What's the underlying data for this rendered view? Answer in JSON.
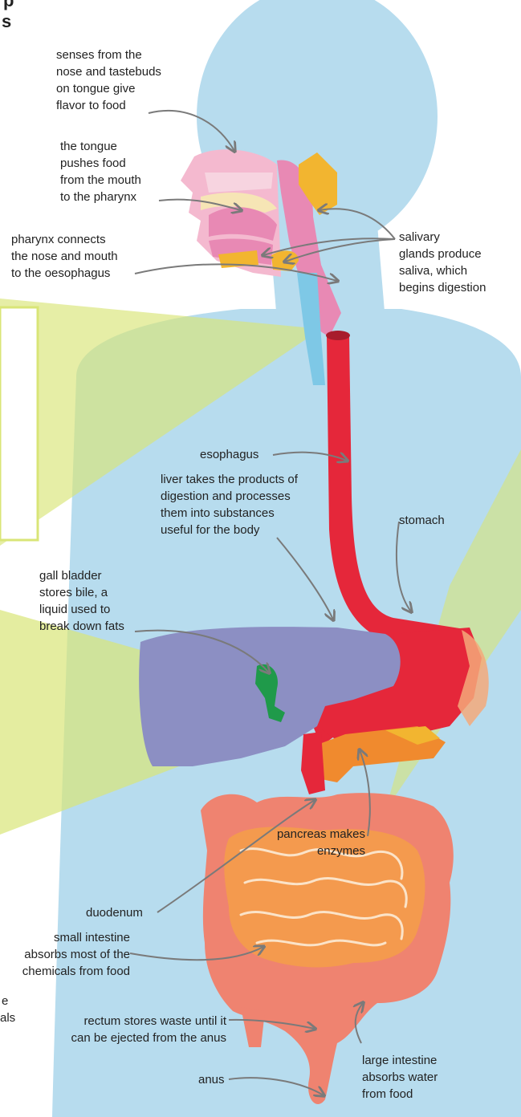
{
  "fragments": {
    "top_p": "p",
    "top_s": "s",
    "left_e": "e",
    "left_als": "als"
  },
  "labels": {
    "senses": "senses from the\nnose and tastebuds\non tongue give\nflavor to food",
    "tongue": "the tongue\npushes food\nfrom the mouth\nto the pharynx",
    "pharynx": "pharynx connects\nthe nose and mouth\nto the oesophagus",
    "salivary": "salivary\nglands produce\nsaliva, which\nbegins digestion",
    "esophagus": "esophagus",
    "liver": "liver takes the products of\ndigestion and processes\nthem into substances\nuseful for the body",
    "stomach": "stomach",
    "gall_bladder": "gall bladder\nstores bile, a\nliquid used to\nbreak down fats",
    "pancreas": "pancreas makes\nenzymes",
    "duodenum": "duodenum",
    "small_intestine": "small intestine\nabsorbs most of the\nchemicals from food",
    "rectum": "rectum stores waste until it\ncan be ejected from the anus",
    "large_intestine": "large intestine\nabsorbs water\nfrom food",
    "anus": "anus"
  },
  "colors": {
    "body": "#b7dcee",
    "skin_pink": "#f4b9cf",
    "mouth_pink": "#e889b4",
    "salivary": "#f2b530",
    "esophagus_red": "#e5273a",
    "liver": "#8c8fc3",
    "gall_bladder": "#1f9a4a",
    "pancreas": "#f08a2e",
    "small_intestine": "#f49a4e",
    "large_intestine": "#ef8370",
    "highlight": "#d9e577",
    "pointer": "#7a7a7a"
  }
}
